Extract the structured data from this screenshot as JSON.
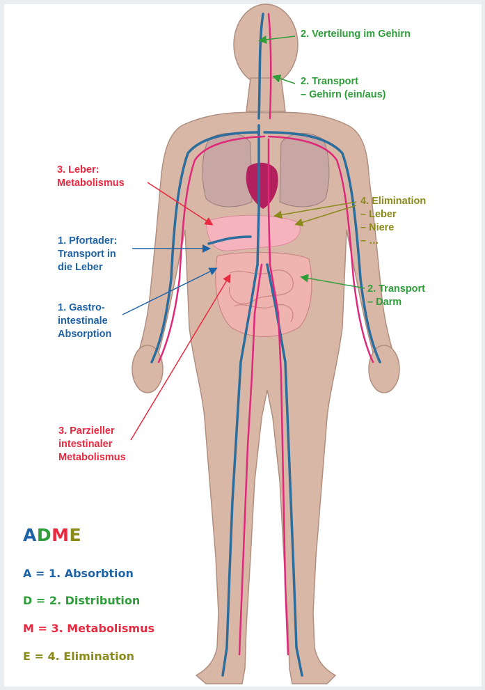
{
  "labels": {
    "verteilung_gehirn": "2. Verteilung im Gehirn",
    "transport_gehirn": "2. Transport\n– Gehirn (ein/aus)",
    "leber_metabolismus": "3. Leber:\nMetabolismus",
    "elimination": "4. Elimination\n– Leber\n– Niere\n– …",
    "pfortader": "1. Pfortader:\nTransport in\ndie Leber",
    "transport_darm": "2. Transport\n– Darm",
    "gastro_absorption": "1. Gastro-\nintestinale\nAbsorption",
    "intestinaler_metabolismus": "3. Parzieller\nintestinaler\nMetabolismus"
  },
  "adme": {
    "letters": {
      "a": "A",
      "d": "D",
      "m": "M",
      "e": "E"
    },
    "rows": {
      "a": "A = 1. Absorbtion",
      "d": "D = 2. Distribution",
      "m": "M = 3. Metabolismus",
      "e": "E = 4. Elimination"
    }
  },
  "colors": {
    "absorption": "#1e63a6",
    "distribution": "#2e9d3a",
    "metabolism": "#e8293f",
    "elimination": "#8a8a1a",
    "skin": "#d9b7a6",
    "vein": "#2b6d9c",
    "artery": "#e0287a"
  }
}
